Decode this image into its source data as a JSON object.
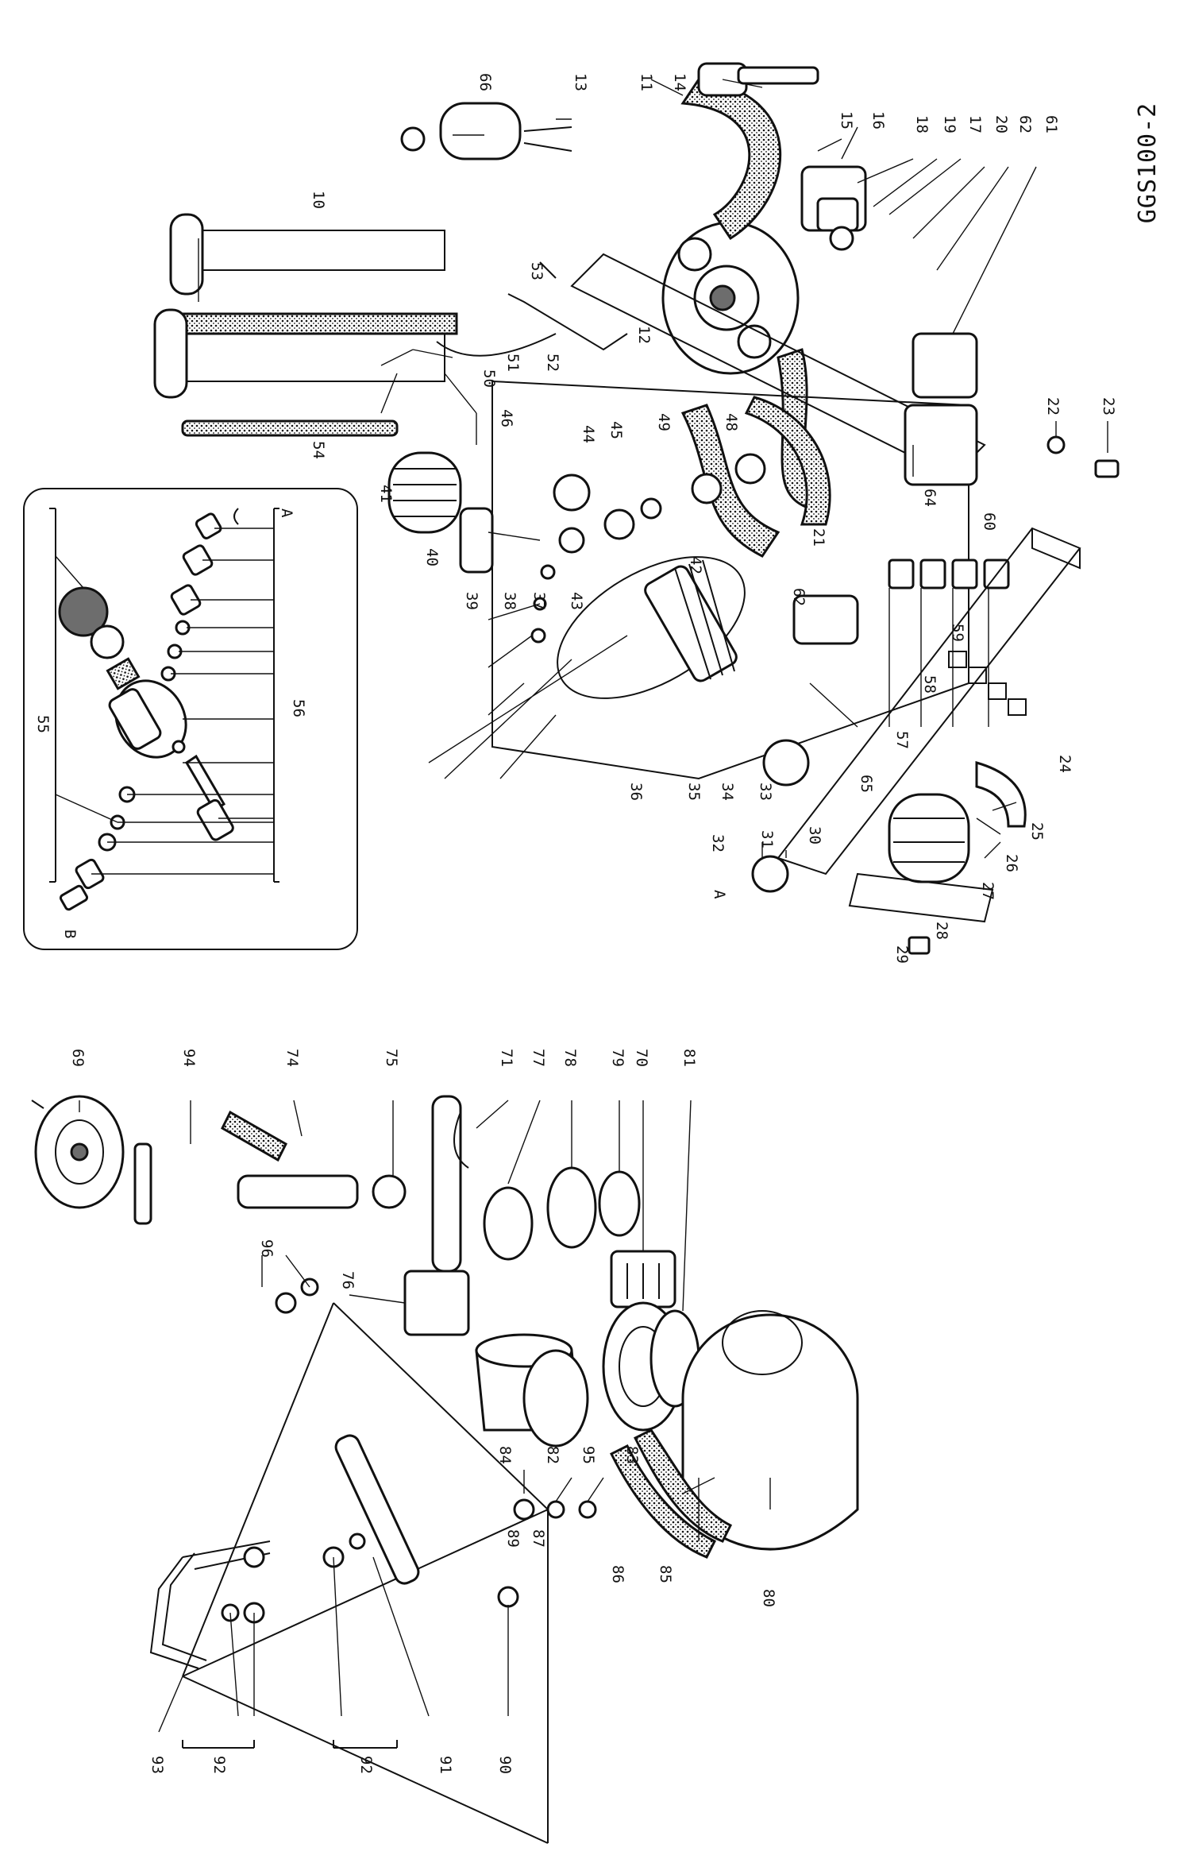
{
  "drawing": {
    "code": "GGS100-2"
  },
  "labels": {
    "box_refs": [
      "55",
      "56",
      "A",
      "B"
    ],
    "upper_refs": [
      "66",
      "13",
      "11",
      "14",
      "15",
      "16",
      "18",
      "19",
      "17",
      "20",
      "62",
      "61",
      "10",
      "53",
      "12",
      "51",
      "52",
      "50",
      "54",
      "46",
      "41",
      "44",
      "45",
      "49",
      "48",
      "40",
      "39",
      "38",
      "37",
      "43",
      "42",
      "36",
      "21",
      "64",
      "60",
      "22",
      "23",
      "35",
      "34",
      "33",
      "62",
      "65",
      "57",
      "58",
      "59",
      "24",
      "32",
      "31",
      "30",
      "25",
      "26",
      "27",
      "28",
      "29",
      "A"
    ],
    "lower_refs": [
      "69",
      "94",
      "74",
      "75",
      "71",
      "77",
      "78",
      "79",
      "70",
      "81",
      "76",
      "96",
      "84",
      "82",
      "95",
      "83",
      "86",
      "85",
      "87",
      "89",
      "80",
      "93",
      "92",
      "92",
      "91",
      "90"
    ]
  }
}
